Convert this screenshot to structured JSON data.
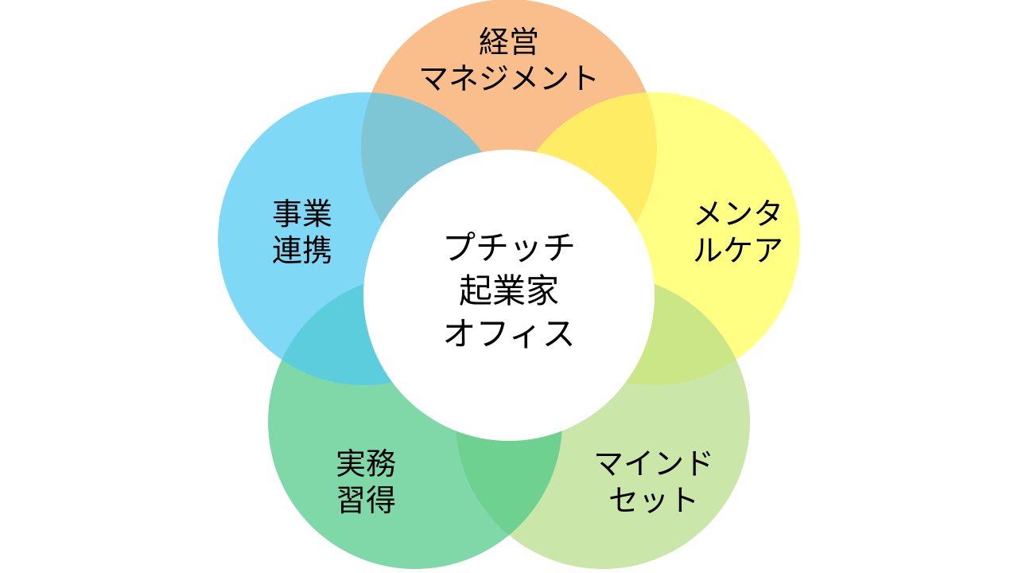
{
  "center": {
    "text": "プチッチ\n起業家\nオフィス"
  },
  "petals": [
    {
      "id": "management",
      "text": "経営\nマネジメント",
      "color": "#F7A55E"
    },
    {
      "id": "mental-care",
      "text": "メンタ\nルケア",
      "color": "#FFFF55"
    },
    {
      "id": "mindset",
      "text": "マインド\nセット",
      "color": "#B5DD88"
    },
    {
      "id": "practice",
      "text": "実務\n習得",
      "color": "#4CC985"
    },
    {
      "id": "business-partnership",
      "text": "事業\n連携",
      "color": "#4DC9F3"
    }
  ]
}
